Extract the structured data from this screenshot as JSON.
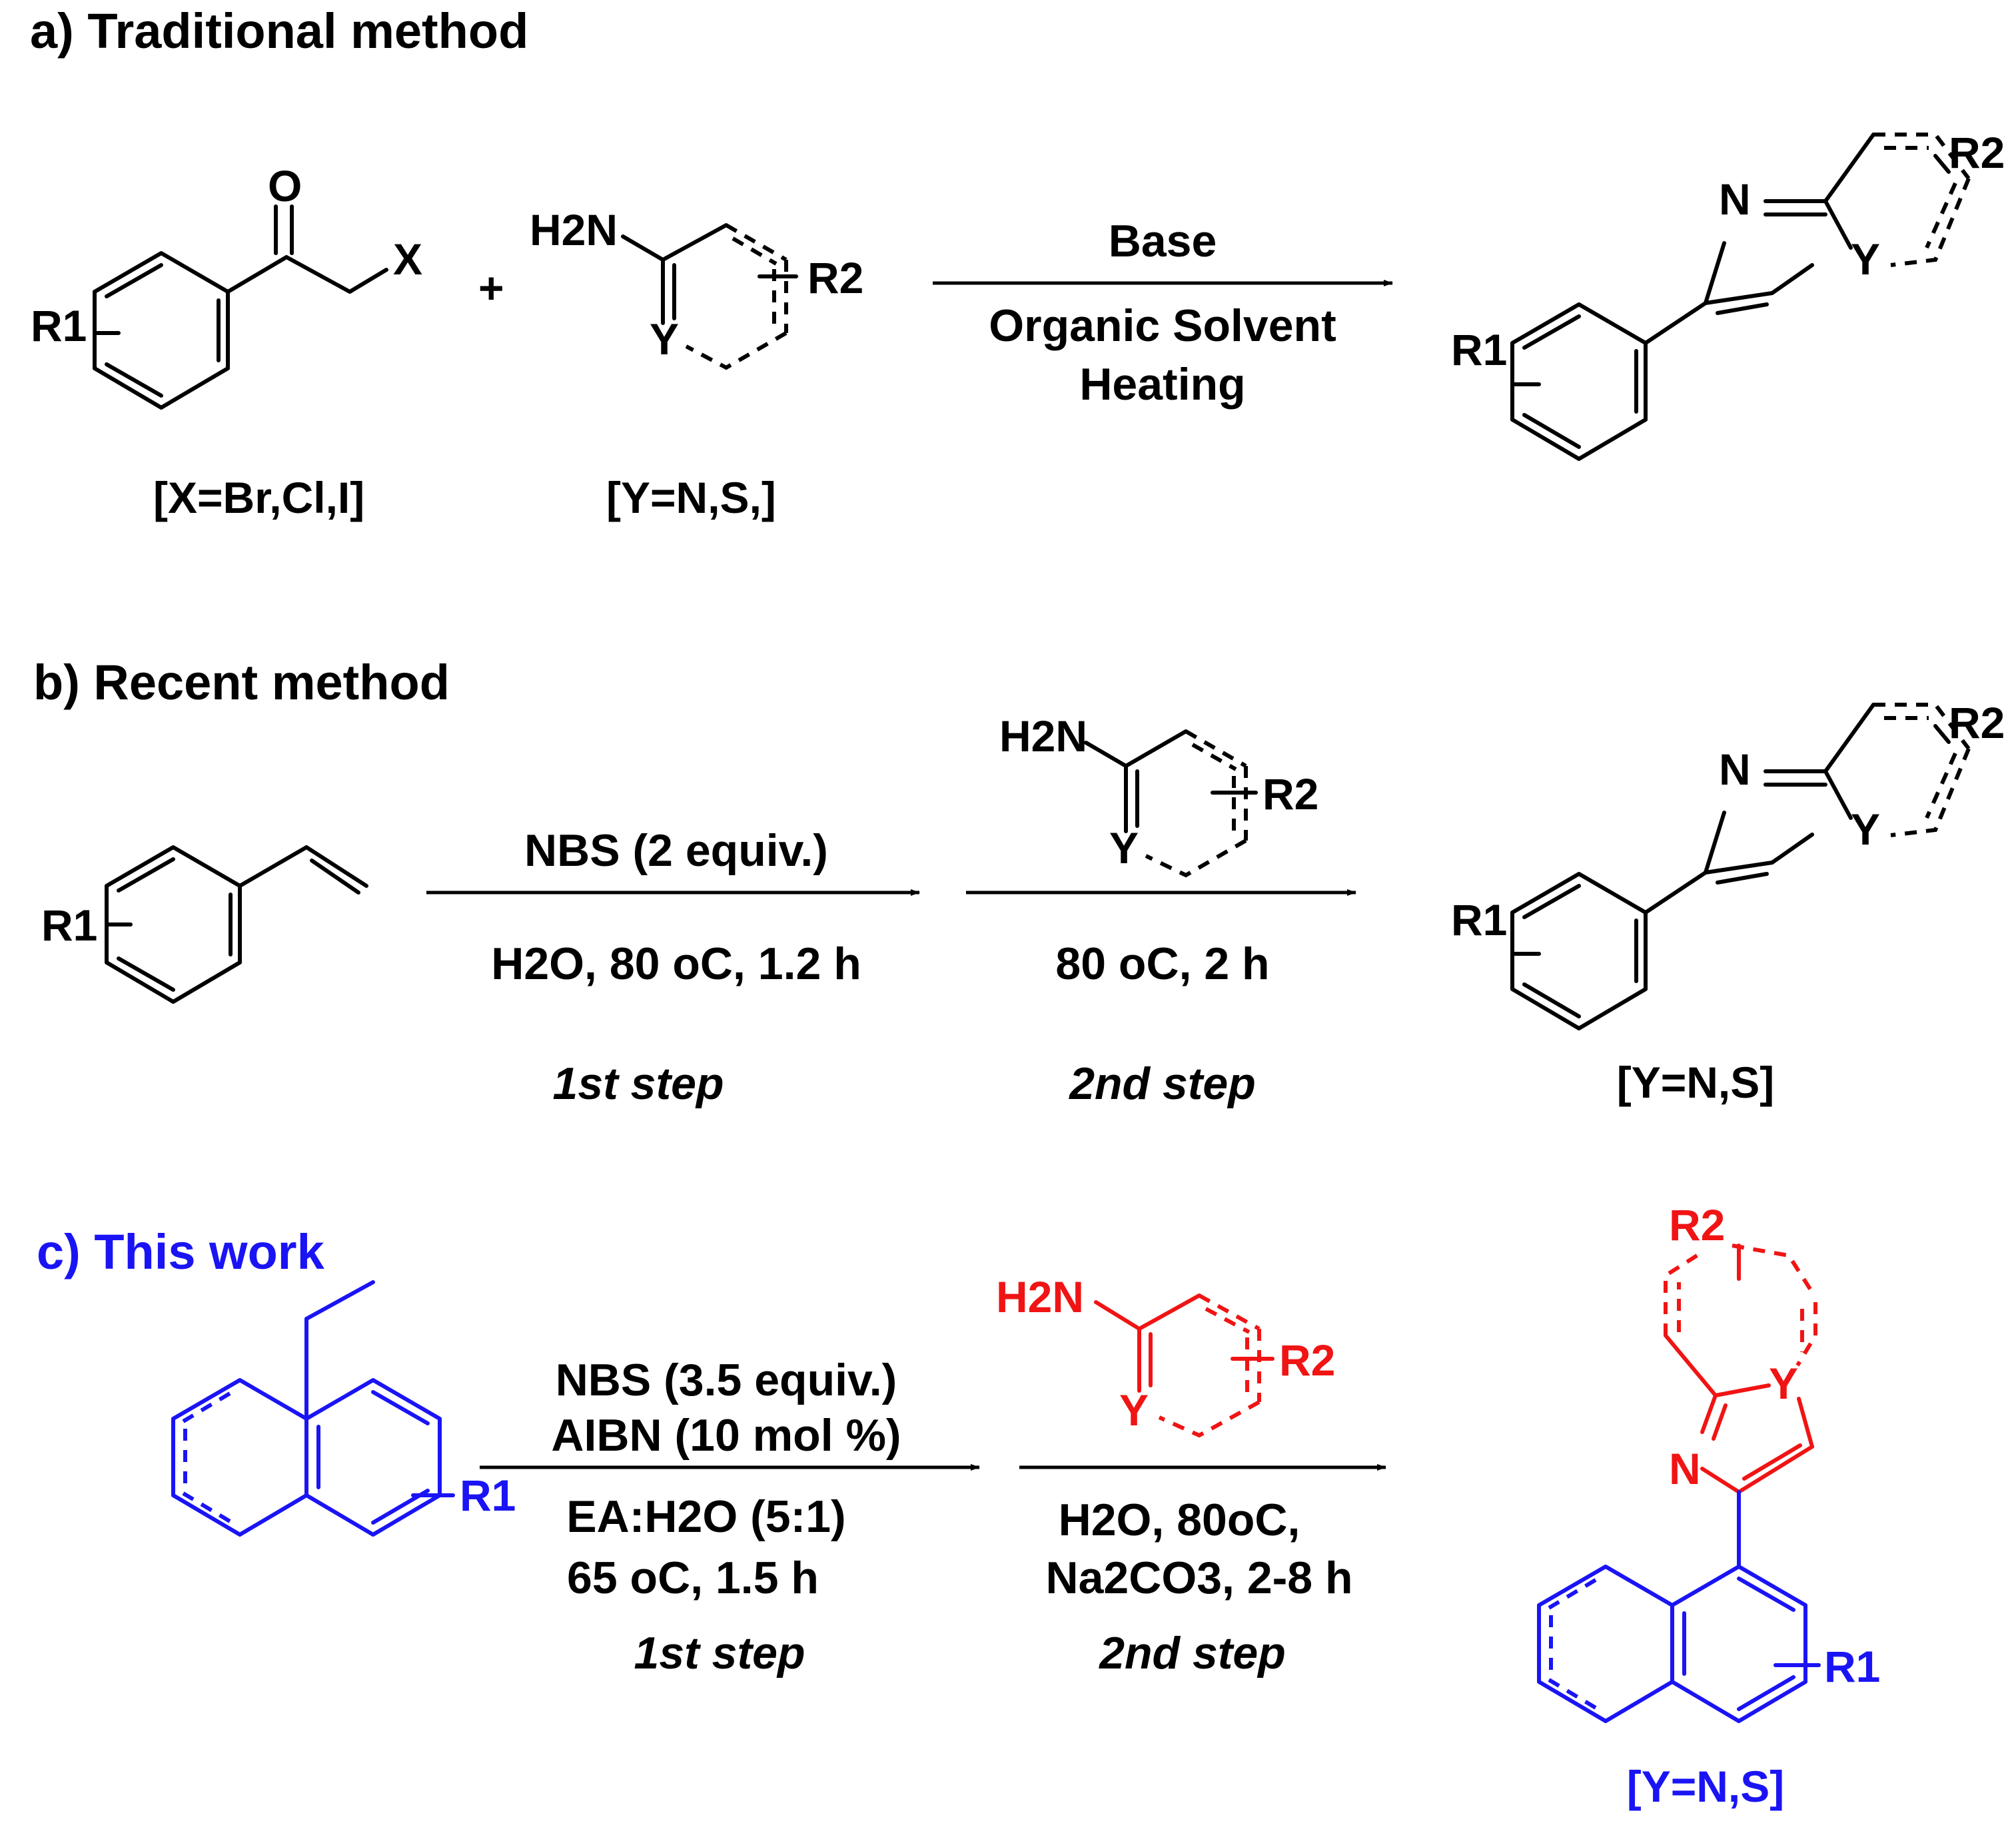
{
  "colors": {
    "black": "#000000",
    "blue": "#1a14f5",
    "red": "#f01414"
  },
  "section_a": {
    "title": "a) Traditional method",
    "reagent_labels": {
      "X_def": "[X=Br,Cl,I]",
      "Y_def": "[Y=N,S,]"
    },
    "conditions": [
      "Base",
      "Organic Solvent",
      "Heating"
    ]
  },
  "section_b": {
    "title": "b) Recent method",
    "step1_top": "NBS (2 equiv.)",
    "step1_bottom": "H2O, 80 oC, 1.2 h",
    "step2_bottom": "80 oC, 2 h",
    "step1_label": "1st step",
    "step2_label": "2nd step",
    "Y_def": "[Y=N,S]"
  },
  "section_c": {
    "title": "c) This work",
    "step1_lines": [
      "NBS (3.5 equiv.)",
      "AIBN (10 mol %)",
      "EA:H2O (5:1)",
      "65 oC, 1.5 h"
    ],
    "step2_lines": [
      "H2O, 80oC,",
      "Na2CO3, 2-8 h"
    ],
    "step1_label": "1st step",
    "step2_label": "2nd step",
    "Y_def": "[Y=N,S]"
  },
  "atoms": {
    "O": "O",
    "X": "X",
    "Y": "Y",
    "N": "N",
    "plus": "+",
    "H2N": "H2N",
    "R1": "R1",
    "R2": "R2"
  }
}
